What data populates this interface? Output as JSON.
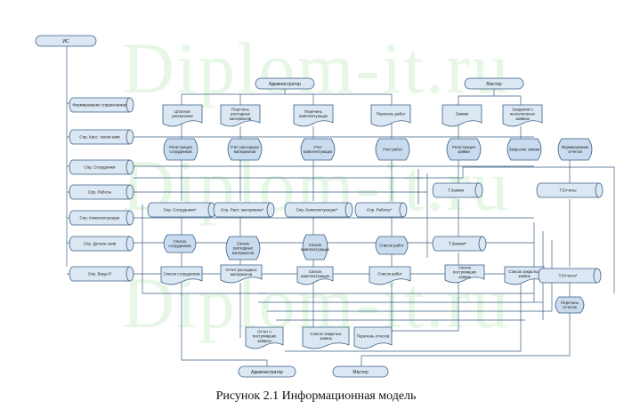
{
  "watermark": "Diplom-it.ru",
  "caption": "Рисунок 2.1 Информационная модель",
  "actors": {
    "ic": "ИС",
    "admin_top": "Администратор",
    "master_top": "Мастер",
    "admin_bottom": "Администратор",
    "master_bottom": "Мастер"
  },
  "left_stores": [
    "Формирование справочников",
    "Спр. Касс. чеков заяв",
    "Спр. Сотрудники",
    "Спр. Работы",
    "Спр. Комплектующие",
    "Спр. Детали заяв",
    "Спр. Виды Р"
  ],
  "top_docs": [
    "Штатное расписание",
    "Перечень расходных материалов",
    "Перечень комплектующих",
    "Перечень работ",
    "Заявки",
    "Сведения о выполненных заявках"
  ],
  "processes_row1": [
    "Регистрация сотрудников",
    "Учет расходных материалов",
    "Учет комплектующих",
    "Учет работ",
    "Регистрация заявки",
    "Закрытие заявки",
    "Формирование отчетов"
  ],
  "middle_stores": [
    "Спр. Сотрудники*",
    "Спр. Расх. материалы*",
    "Спр. Комплектующие*",
    "Спр. Работы*",
    "Т.Заявки",
    "Т.Отчеты"
  ],
  "processes_row2": [
    "Список сотрудников",
    "Список расходных материалов",
    "Список комплектующих",
    "Список работ",
    "Т.Заявки*"
  ],
  "bottom_docs": [
    "Список сотрудников",
    "Отчет расходных материалов",
    "Список комплектующих",
    "Список работ",
    "Список поступивших заявок",
    "Список закрытых заявок",
    "Т.Отчеты*",
    "Перечень отчетов"
  ],
  "final_docs": [
    "Отчет о поступивших заявках",
    "Список закрытых заявок",
    "Перечень отчетов"
  ]
}
